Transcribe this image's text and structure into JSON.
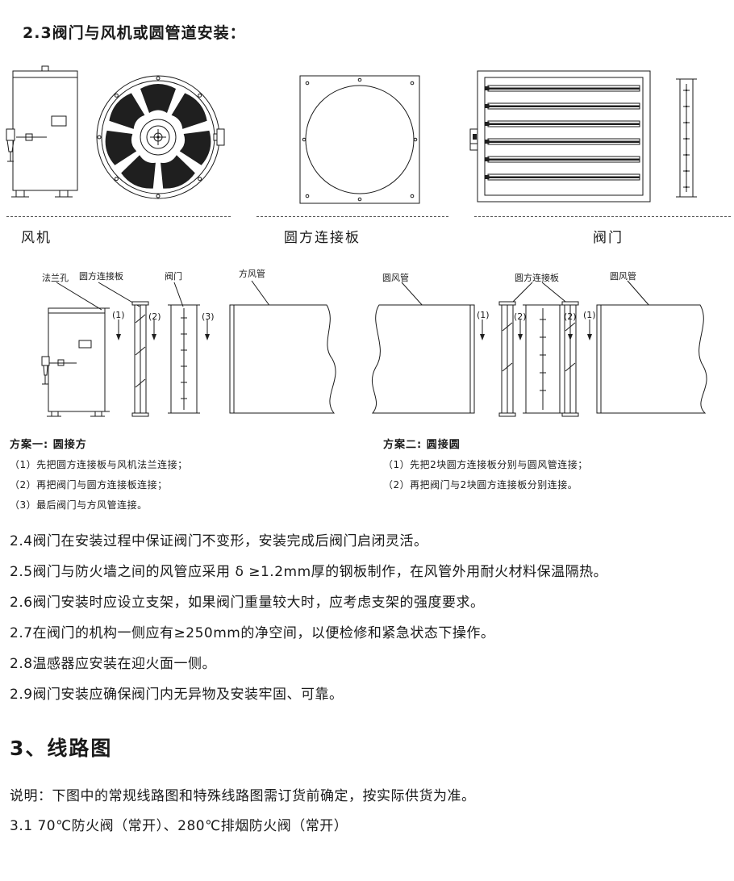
{
  "sections": {
    "s23_title": "2.3阀门与风机或圆管道安装："
  },
  "top_figures": {
    "fan_label": "风机",
    "plate_label": "圆方连接板",
    "damper_label": "阀门"
  },
  "diagram_labels": {
    "flange_hole": "法兰孔",
    "plate_left": "圆方连接板",
    "damper": "阀门",
    "square_duct": "方风管",
    "round_duct_a": "圆风管",
    "plate_right": "圆方连接板",
    "round_duct_b": "圆风管"
  },
  "diagram_marks": {
    "m1": "(1)",
    "m2": "(2)",
    "m3": "(3)"
  },
  "scheme1": {
    "title": "方案一: 圆接方",
    "steps": [
      "（1）先把圆方连接板与风机法兰连接；",
      "（2）再把阀门与圆方连接板连接；",
      "（3）最后阀门与方风管连接。"
    ]
  },
  "scheme2": {
    "title": "方案二: 圆接圆",
    "steps": [
      "（1）先把2块圆方连接板分别与圆风管连接；",
      "（2）再把阀门与2块圆方连接板分别连接。"
    ]
  },
  "paragraphs": [
    "2.4阀门在安装过程中保证阀门不变形，安装完成后阀门启闭灵活。",
    "2.5阀门与防火墙之间的风管应采用 δ ≥1.2mm厚的钢板制作，在风管外用耐火材料保温隔热。",
    "2.6阀门安装时应设立支架，如果阀门重量较大时，应考虑支架的强度要求。",
    "2.7在阀门的机构一侧应有≥250mm的净空间，以便检修和紧急状态下操作。",
    "2.8温感器应安装在迎火面一侧。",
    "2.9阀门安装应确保阀门内无异物及安装牢固、可靠。"
  ],
  "section3": {
    "title": "3、线路图",
    "note": "说明：下图中的常规线路图和特殊线路图需订货前确定，按实际供货为准。",
    "item31": "3.1 70℃防火阀（常开）、280℃排烟防火阀（常开）"
  }
}
